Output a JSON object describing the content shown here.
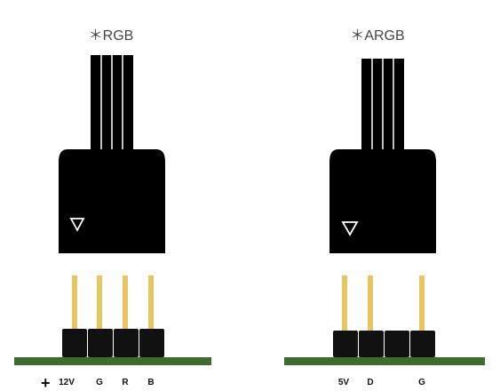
{
  "diagrams": [
    {
      "title": "＊RGB",
      "pins": [
        "+12V",
        "G",
        "R",
        "B"
      ]
    },
    {
      "title": "＊ARGB",
      "pins": [
        "5V",
        "D",
        "",
        "G"
      ]
    }
  ],
  "colors": {
    "connector": "#000000",
    "wire_gap": "#ffffff",
    "pin": "#e8c55f",
    "board": "#3f6b2f",
    "header": "#111111",
    "arrow": "#ffffff",
    "title": "#444444",
    "label": "#111111"
  },
  "icons": {
    "orientation_marker": "triangle-down-outline"
  }
}
